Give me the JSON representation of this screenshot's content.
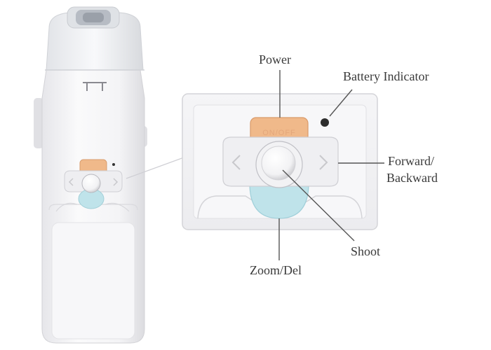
{
  "labels": {
    "power": "Power",
    "battery_indicator": "Battery Indicator",
    "forward_line1": "Forward/",
    "forward_line2": "Backward",
    "shoot": "Shoot",
    "zoom_del": "Zoom/Del"
  },
  "power_button_text": "ON/OFF",
  "colors": {
    "power_button": "#f0b98a",
    "zoom_button": "#bfe3ea",
    "device_body": "#f4f4f6",
    "leader_line": "#555555"
  }
}
